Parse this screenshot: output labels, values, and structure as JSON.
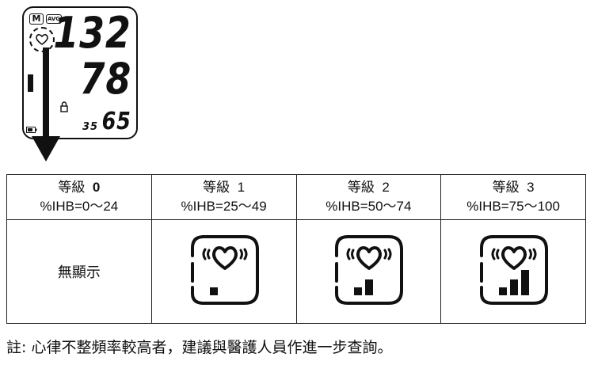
{
  "device": {
    "mem_label": "M",
    "avg_label": "AVG",
    "systolic": "132",
    "diastolic": "78",
    "pulse": "65",
    "small_value": "35"
  },
  "table": {
    "columns": [
      {
        "level_word": "等級",
        "level_num": "0",
        "range": "%IHB=0～24",
        "bars": 0,
        "content": "無顯示"
      },
      {
        "level_word": "等級",
        "level_num": "1",
        "range": "%IHB=25～49",
        "bars": 1,
        "content": ""
      },
      {
        "level_word": "等級",
        "level_num": "2",
        "range": "%IHB=50～74",
        "bars": 2,
        "content": ""
      },
      {
        "level_word": "等級",
        "level_num": "3",
        "range": "%IHB=75～100",
        "bars": 3,
        "content": ""
      }
    ]
  },
  "note": "註: 心律不整頻率較高者，建議與醫護人員作進一步查詢。"
}
